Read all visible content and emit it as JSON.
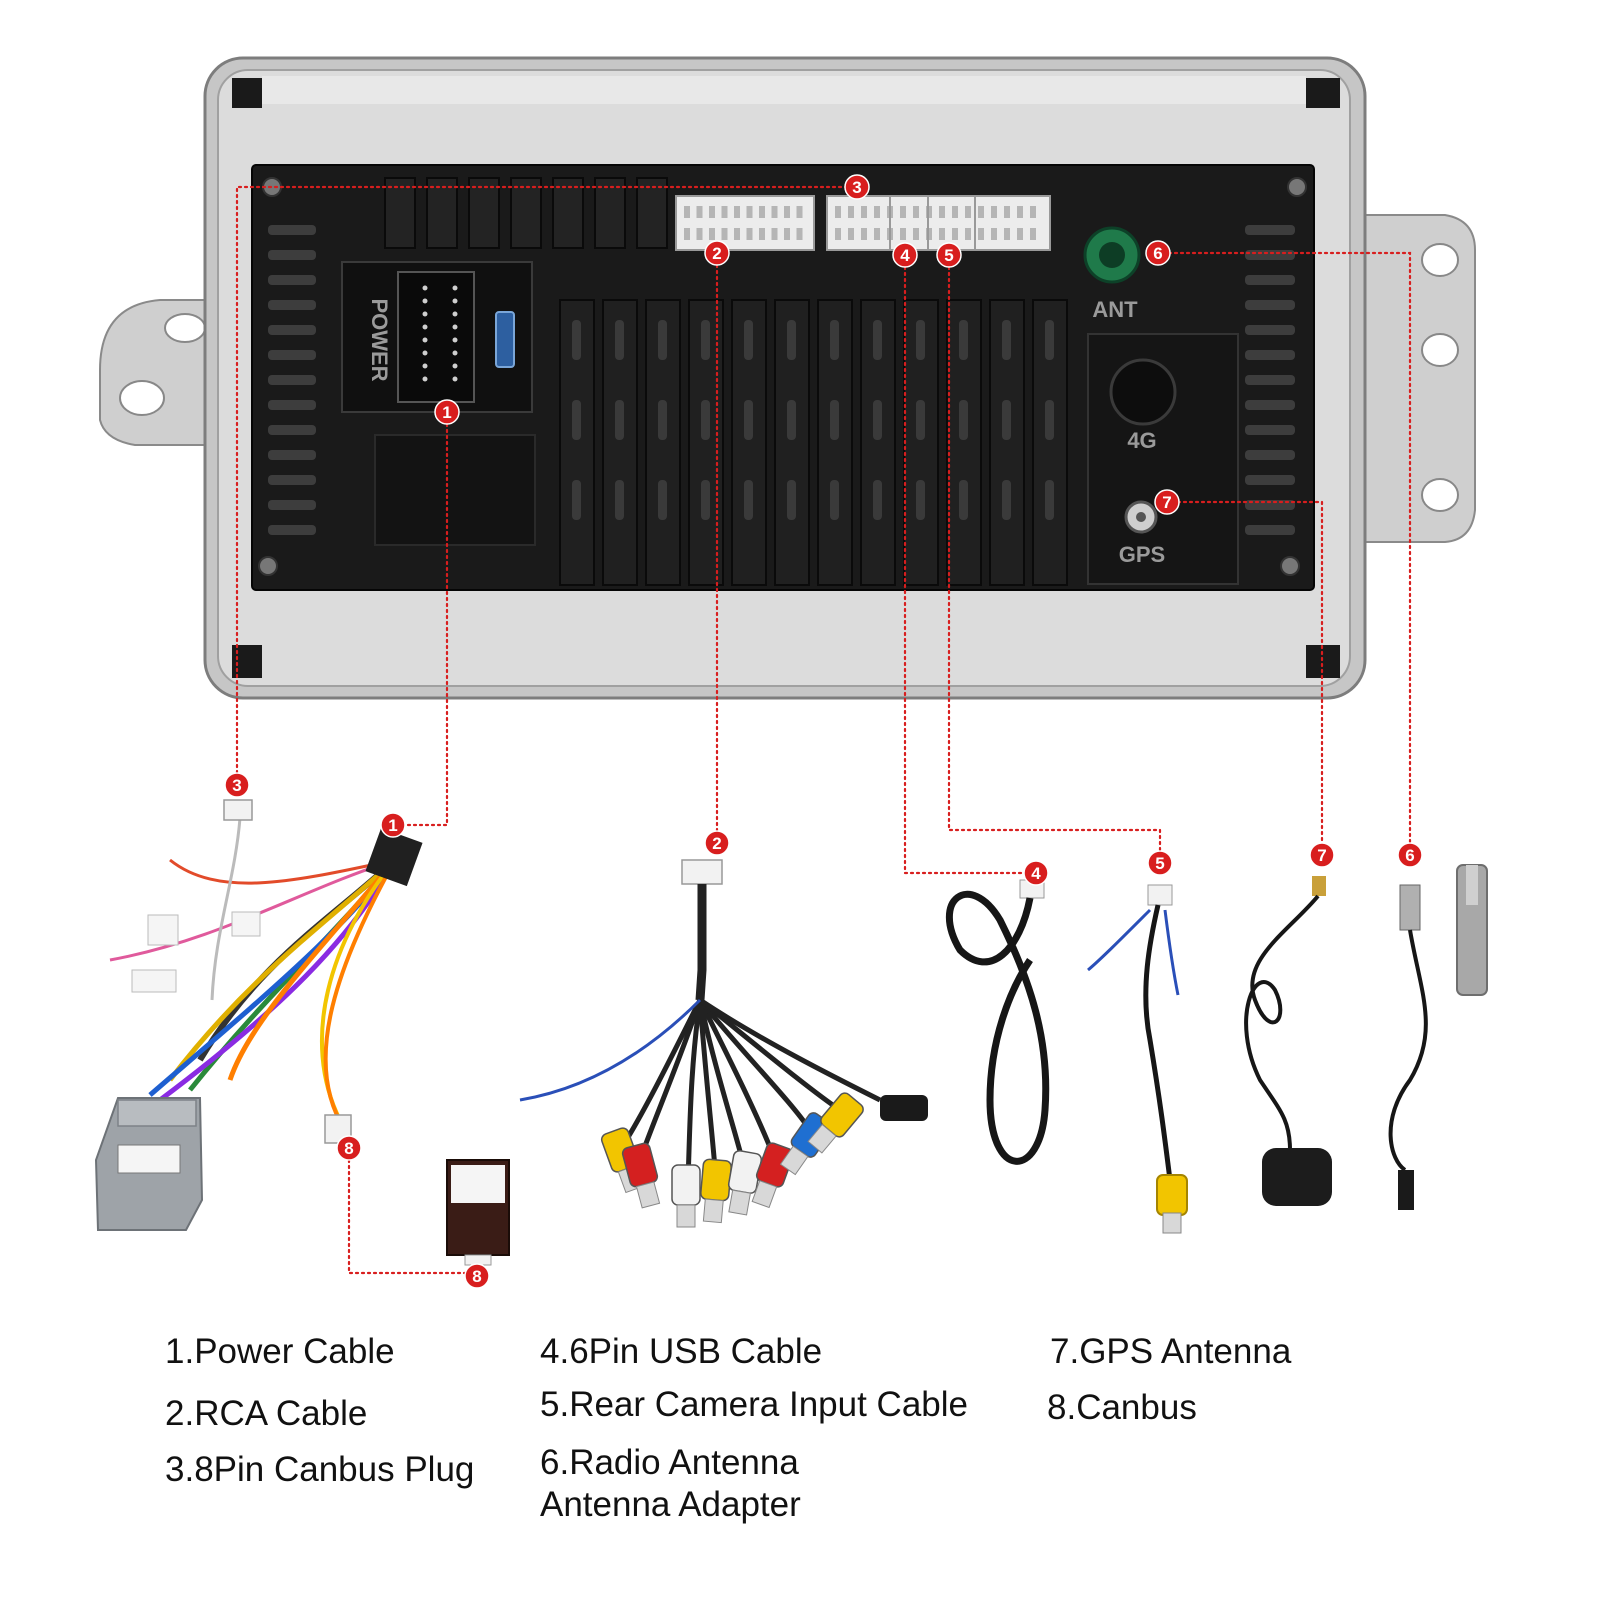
{
  "unit_labels": {
    "power": "POWER",
    "ant": "ANT",
    "fourg": "4G",
    "gps": "GPS"
  },
  "callouts": [
    "1",
    "2",
    "3",
    "4",
    "5",
    "6",
    "7",
    "8"
  ],
  "legend": {
    "item1": "1.Power Cable",
    "item2": "2.RCA Cable",
    "item3": "3.8Pin Canbus Plug",
    "item4": "4.6Pin USB Cable",
    "item5": "5.Rear Camera Input Cable",
    "item6_line1": "6.Radio Antenna",
    "item6_line2": "Antenna Adapter",
    "item7": "7.GPS Antenna",
    "item8": "8.Canbus"
  },
  "colors": {
    "callout_red": "#d81e1e",
    "chassis": "#d8d8d8",
    "panel": "#1a1a1a",
    "ant_port": "#1f7a4a",
    "rca_yellow": "#f2c500",
    "rca_red": "#d42020",
    "rca_white": "#f2f2f2",
    "rca_blue": "#1f6fd1"
  }
}
